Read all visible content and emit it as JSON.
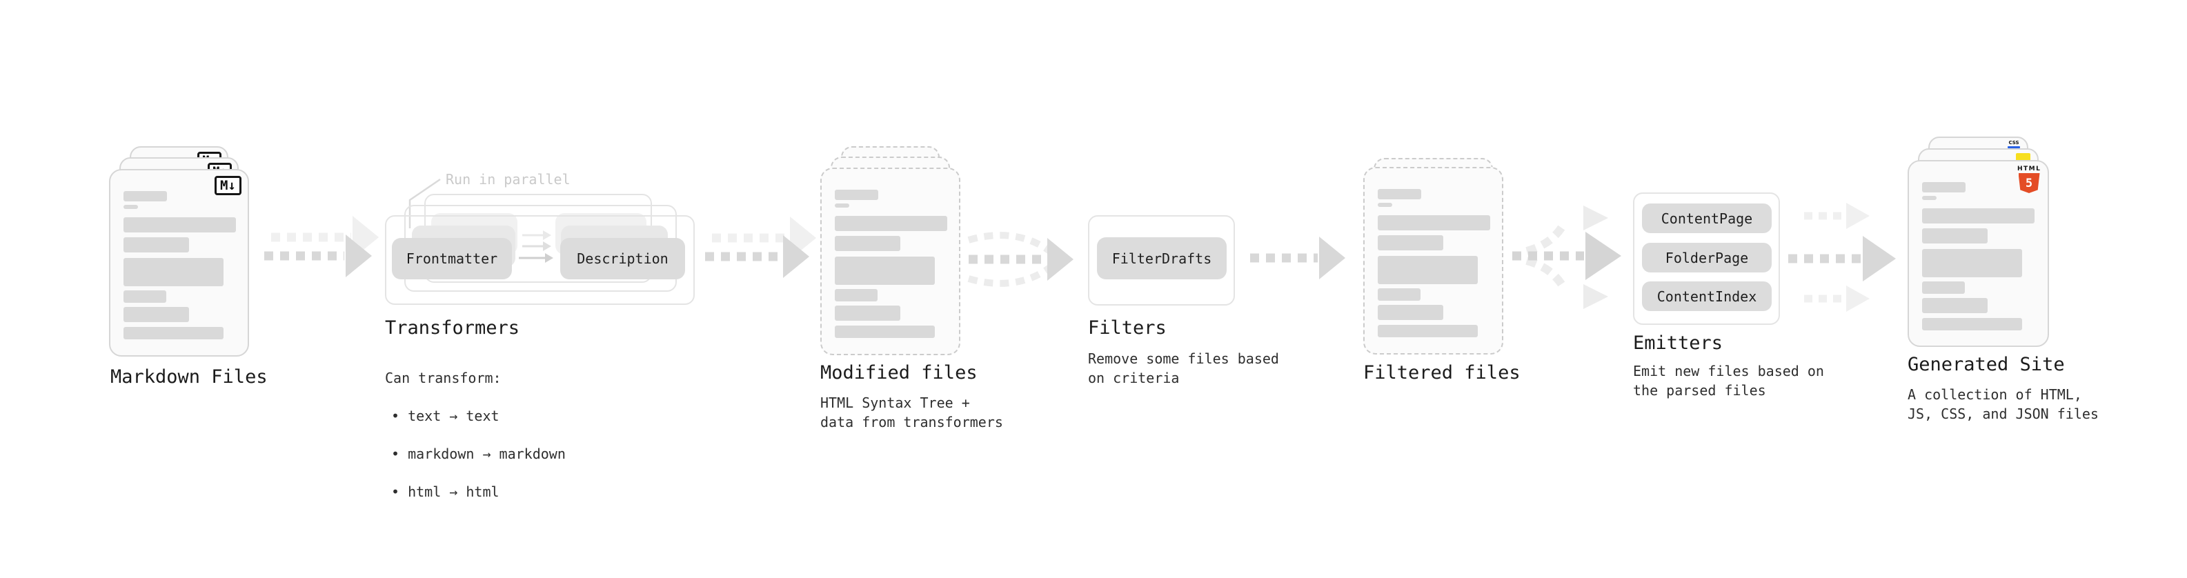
{
  "stages": {
    "markdown": {
      "label": "Markdown Files",
      "badge": "M↓"
    },
    "transformers": {
      "label": "Transformers",
      "annotation": "Run in parallel",
      "node_a": "Frontmatter",
      "node_b": "Description",
      "desc_title": "Can transform:",
      "bullets": [
        "• text → text",
        "• markdown → markdown",
        "• html → html"
      ]
    },
    "modified": {
      "label": "Modified files",
      "description": "HTML Syntax Tree +\ndata from transformers"
    },
    "filters": {
      "label": "Filters",
      "node": "FilterDrafts",
      "description": "Remove some files based\non criteria"
    },
    "filtered": {
      "label": "Filtered files"
    },
    "emitters": {
      "label": "Emitters",
      "nodes": [
        "ContentPage",
        "FolderPage",
        "ContentIndex"
      ],
      "description": "Emit new files based on\nthe parsed files"
    },
    "generated": {
      "label": "Generated Site",
      "description": "A collection of HTML,\nJS, CSS, and JSON files",
      "html_badge_label": "HTML",
      "html_badge_number": "5",
      "css_badge_label": "CSS",
      "js_badge_label": "JS"
    }
  },
  "colors": {
    "arrow": "#d8d8d8",
    "arrow_ghost": "#f0f0f0",
    "curve": "#ececec",
    "html_accent": "#e44d26",
    "js_accent": "#f7df1e",
    "css_accent": "#2760e6"
  }
}
